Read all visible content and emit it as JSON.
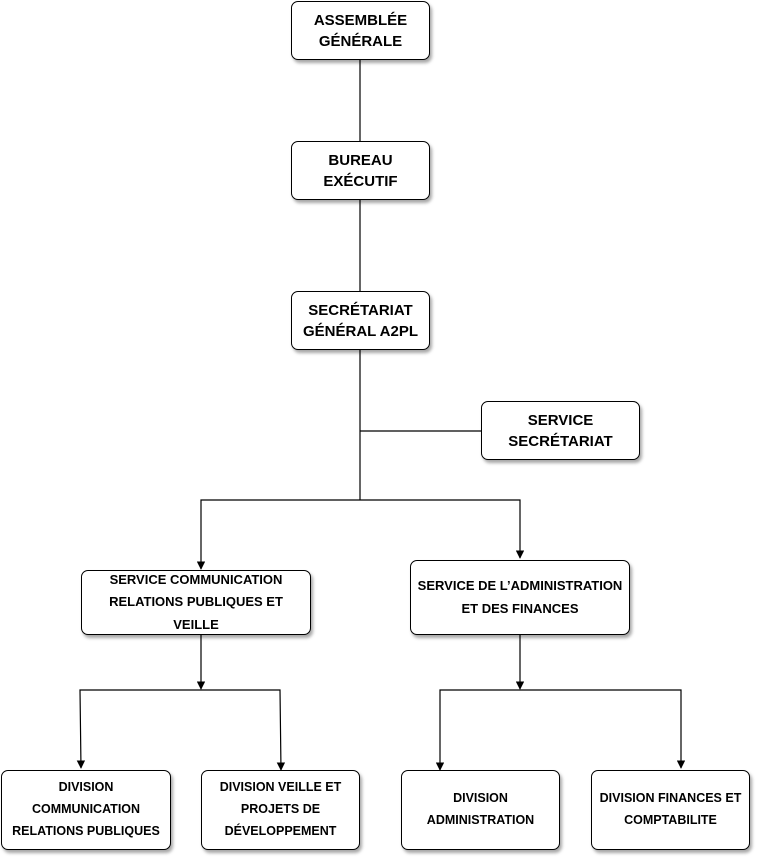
{
  "nodes": {
    "assemblee": "ASSEMBLÉE GÉNÉRALE",
    "bureau": "BUREAU EXÉCUTIF",
    "secretariat_general": "SECRÉTARIAT GÉNÉRAL A2PL",
    "service_secretariat": "SERVICE SECRÉTARIAT",
    "service_communication": "SERVICE COMMUNICATION RELATIONS PUBLIQUES ET VEILLE",
    "service_administration": "SERVICE DE L’ADMINISTRATION ET DES FINANCES",
    "division_communication": "DIVISION COMMUNICATION RELATIONS PUBLIQUES",
    "division_veille": "DIVISION VEILLE ET PROJETS DE DÉVELOPPEMENT",
    "division_administration": "DIVISION ADMINISTRATION",
    "division_finances": "DIVISION FINANCES ET COMPTABILITE"
  }
}
